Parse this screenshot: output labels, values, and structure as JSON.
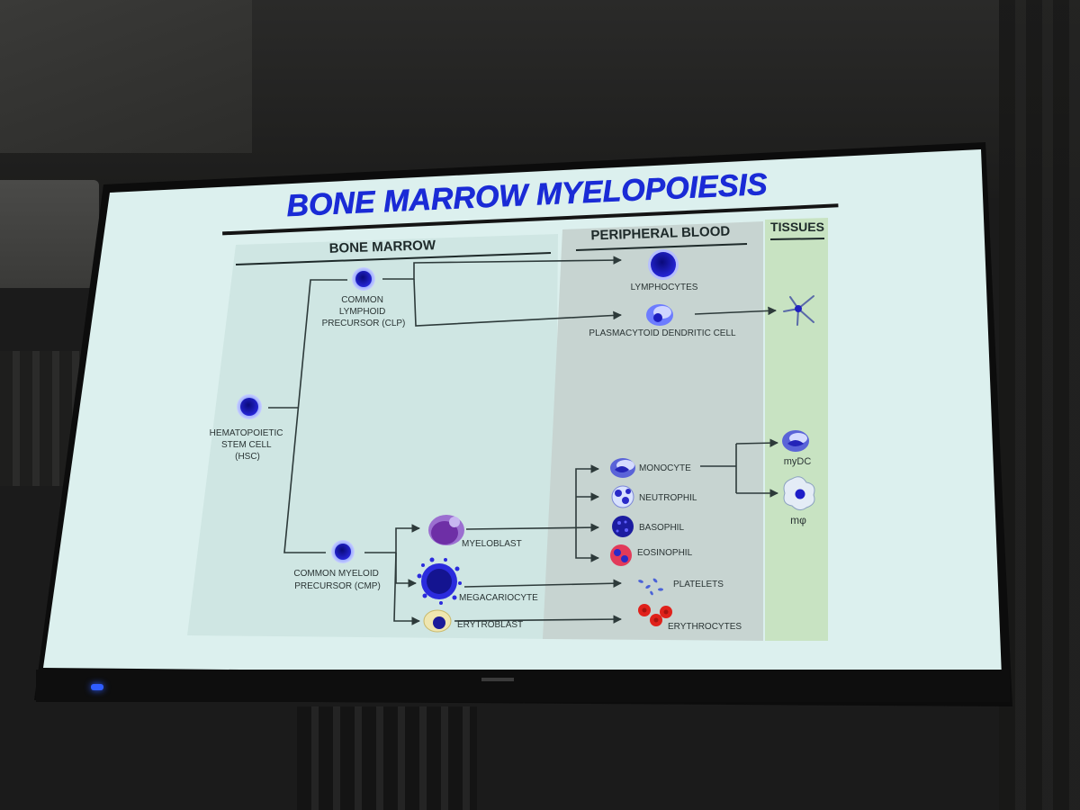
{
  "slide": {
    "title": "BONE MARROW MYELOPOIESIS",
    "columns": {
      "bone_marrow": "BONE MARROW",
      "peripheral_blood": "PERIPHERAL BLOOD",
      "tissues": "TISSUES"
    },
    "cells": {
      "hsc": [
        "HEMATOPOIETIC",
        "STEM CELL",
        "(HSC)"
      ],
      "clp": [
        "COMMON",
        "LYMPHOID",
        "PRECURSOR (CLP)"
      ],
      "cmp": [
        "COMMON MYELOID",
        "PRECURSOR (CMP)"
      ],
      "lymphocytes": "LYMPHOCYTES",
      "pdc": "PLASMACYTOID DENDRITIC CELL",
      "myeloblast": "MYELOBLAST",
      "megacariocyte": "MEGACARIOCYTE",
      "erytroblast": "ERYTROBLAST",
      "monocyte": "MONOCYTE",
      "neutrophil": "NEUTROPHIL",
      "basophil": "BASOPHIL",
      "eosinophil": "EOSINOPHIL",
      "platelets": "PLATELETS",
      "erythrocytes": "ERYTHROCYTES",
      "mydc": "myDC",
      "macrophage": "mφ"
    }
  },
  "colors": {
    "screen": "#dcf0ee",
    "bone_marrow_bg": "#cfe6e3",
    "peripheral_bg": "#c9d6d3",
    "tissues_bg": "#c8e3c2",
    "title": "#1a2bd6",
    "cell_blue": "#2a2ae0",
    "text": "#2a3434"
  }
}
